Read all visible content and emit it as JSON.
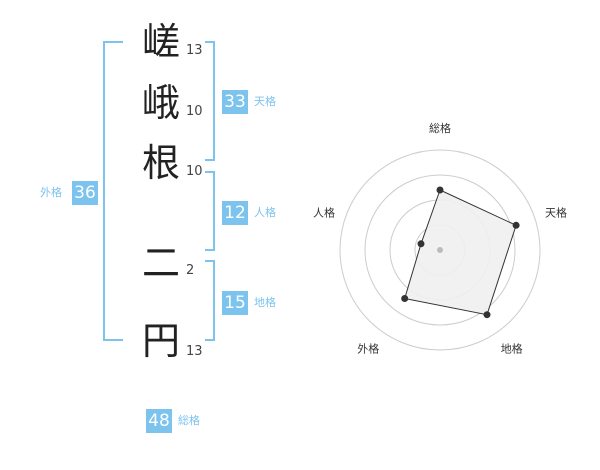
{
  "name_chars": [
    {
      "char": "嵯",
      "strokes": "13"
    },
    {
      "char": "峨",
      "strokes": "10"
    },
    {
      "char": "根",
      "strokes": "10"
    },
    {
      "char": "二",
      "strokes": "2"
    },
    {
      "char": "円",
      "strokes": "13"
    }
  ],
  "fortunes": {
    "tenkaku": {
      "value": "33",
      "label": "天格"
    },
    "jinkaku": {
      "value": "12",
      "label": "人格"
    },
    "chikaku": {
      "value": "15",
      "label": "地格"
    },
    "gaikaku": {
      "value": "36",
      "label": "外格"
    },
    "soukaku": {
      "value": "48",
      "label": "総格"
    }
  },
  "chart_data": {
    "type": "radar",
    "axes": [
      "総格",
      "天格",
      "地格",
      "外格",
      "人格"
    ],
    "values": [
      3,
      4,
      4,
      3,
      1
    ],
    "max": 5,
    "rings": 4,
    "colors": {
      "fill": "#f0f0f0",
      "stroke": "#333333",
      "ring": "#cccccc",
      "accent": "#7cc3ee"
    }
  }
}
